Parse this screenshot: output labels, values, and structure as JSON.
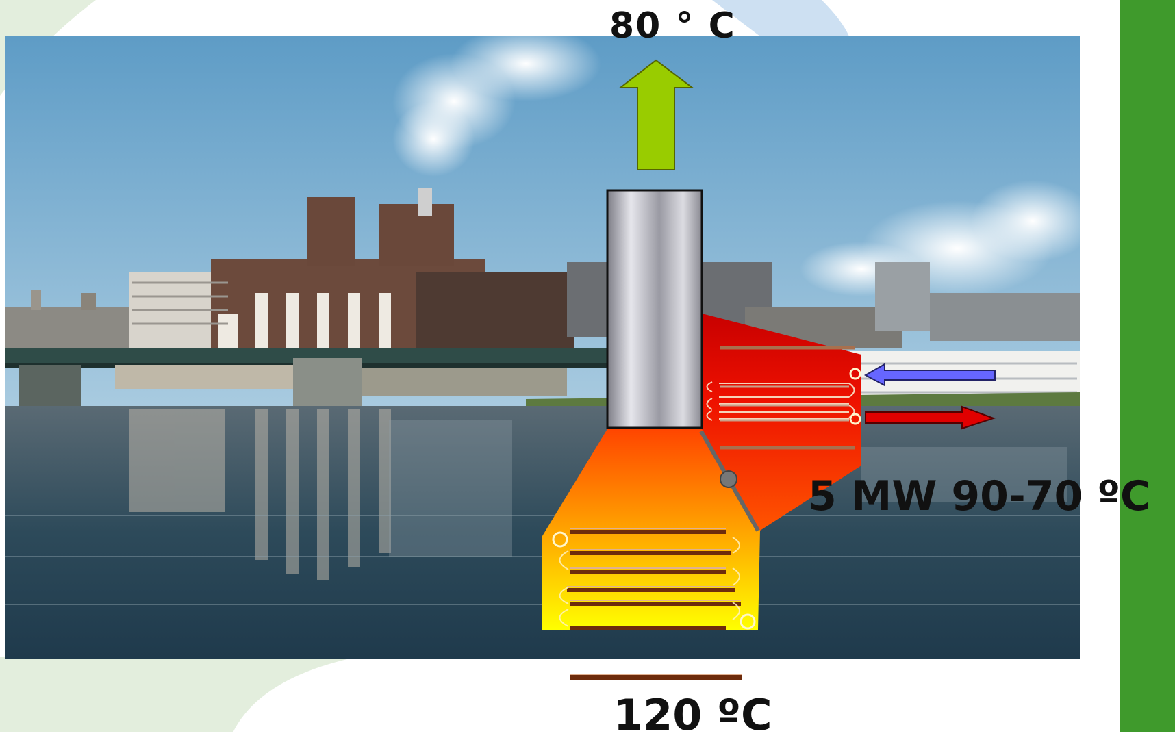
{
  "labels": {
    "flue_out_temp": "80 ° C",
    "heat_output": "5 MW 90-70 ºC",
    "flue_in_temp": "120 ºC"
  },
  "colors": {
    "exit_arrow": "#99cc00",
    "return_arrow": "#6666ff",
    "supply_arrow": "#e00000",
    "side_bar": "#3f9a2c",
    "chimney": "#c0c0c8"
  },
  "icons": {
    "exit_arrow": "arrow-up-icon",
    "return_arrow": "arrow-left-icon",
    "supply_arrow": "arrow-right-icon"
  }
}
